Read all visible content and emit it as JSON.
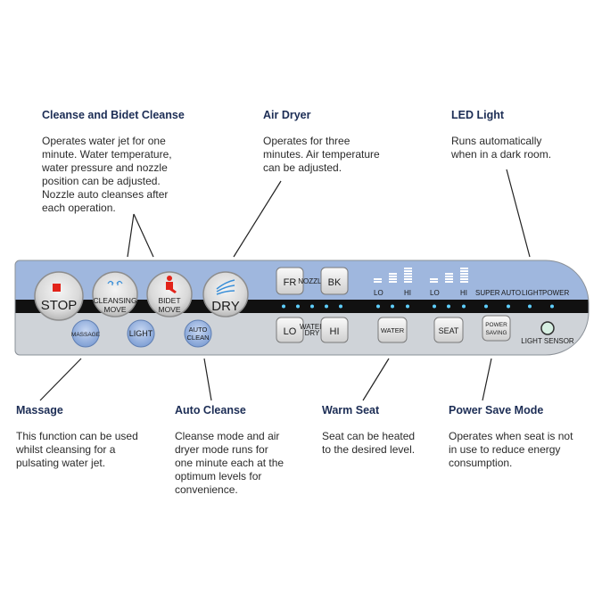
{
  "callouts": {
    "cleanse": {
      "title": "Cleanse and Bidet Cleanse",
      "text": "Operates water jet for one\nminute. Water temperature,\nwater pressure and nozzle\nposition can be adjusted.\nNozzle auto cleanses after\neach operation."
    },
    "air_dryer": {
      "title": "Air Dryer",
      "text": "Operates for three\nminutes. Air temperature\ncan be adjusted."
    },
    "led_light": {
      "title": "LED Light",
      "text": "Runs automatically\nwhen in a dark room."
    },
    "massage": {
      "title": "Massage",
      "text": "This function can be used\nwhilst cleansing for a\npulsating water jet."
    },
    "auto_cleanse": {
      "title": "Auto Cleanse",
      "text": "Cleanse mode and air\ndryer mode runs for\none minute each at the\noptimum levels for\nconvenience."
    },
    "warm_seat": {
      "title": "Warm Seat",
      "text": "Seat can be heated\nto the desired level."
    },
    "power_save": {
      "title": "Power Save Mode",
      "text": "Operates when seat is not\nin use to reduce energy\nconsumption."
    }
  },
  "panel": {
    "stop": "STOP",
    "cleansing_move": [
      "CLEANSING",
      "MOVE"
    ],
    "bidet_move": [
      "BIDET",
      "MOVE"
    ],
    "dry": "DRY",
    "massage": "MASSAGE",
    "light": "LIGHT",
    "auto_clean": [
      "AUTO",
      "CLEAN"
    ],
    "fr": "FR",
    "nozzle": "NOZZLE",
    "bk": "BK",
    "lo": "LO",
    "water_dry": [
      "WATER",
      "DRY"
    ],
    "hi": "HI",
    "water": "WATER",
    "seat": "SEAT",
    "power_saving": [
      "POWER",
      "SAVING"
    ],
    "light_sensor": "LIGHT SENSOR",
    "indicators": {
      "water_lo": "LO",
      "water_hi": "HI",
      "seat_lo": "LO",
      "seat_hi": "HI",
      "super": "SUPER",
      "auto": "AUTO",
      "light": "LIGHT",
      "power": "POWER"
    }
  },
  "colors": {
    "panel_blue": "#9fb7de",
    "panel_grey": "#cfd3d8",
    "stripe": "#111111",
    "led": "#5fd0ff",
    "title": "#1c2d55"
  }
}
